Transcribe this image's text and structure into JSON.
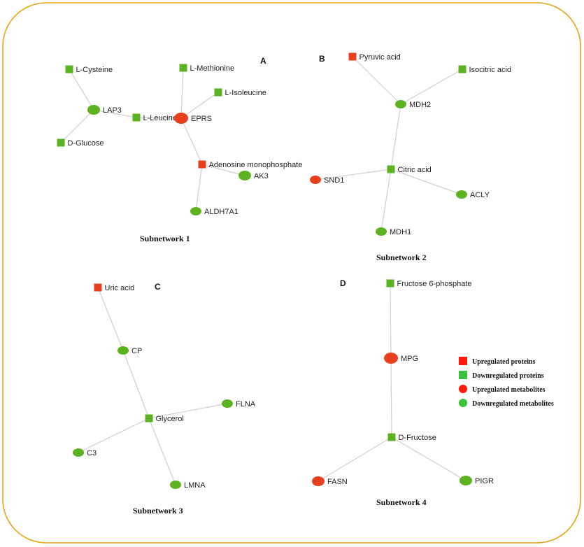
{
  "colors": {
    "up": "#e8401c",
    "down": "#5cb21f",
    "edge": "#cfcfcf",
    "frame": "#e8a317",
    "legend_up_protein": "#ff1a0a",
    "legend_down_protein": "#3ec43b",
    "legend_up_metabolite": "#ff1a0a",
    "legend_down_metabolite": "#3ec43b"
  },
  "panels": [
    {
      "id": "A",
      "letter": "A",
      "title": "Subnetwork 1"
    },
    {
      "id": "B",
      "letter": "B",
      "title": "Subnetwork 2"
    },
    {
      "id": "C",
      "letter": "C",
      "title": "Subnetwork 3"
    },
    {
      "id": "D",
      "letter": "D",
      "title": "Subnetwork 4"
    }
  ],
  "nodes": [
    {
      "id": "cys",
      "label": "L-Cysteine",
      "shape": "square",
      "regulation": "down"
    },
    {
      "id": "lap3",
      "label": "LAP3",
      "shape": "circle",
      "regulation": "down"
    },
    {
      "id": "glc",
      "label": "D-Glucose",
      "shape": "square",
      "regulation": "down"
    },
    {
      "id": "leu",
      "label": "L-Leucine",
      "shape": "square",
      "regulation": "down"
    },
    {
      "id": "eprs",
      "label": "EPRS",
      "shape": "circle",
      "regulation": "up"
    },
    {
      "id": "met",
      "label": "L-Methionine",
      "shape": "square",
      "regulation": "down"
    },
    {
      "id": "ile",
      "label": "L-Isoleucine",
      "shape": "square",
      "regulation": "down"
    },
    {
      "id": "amp",
      "label": "Adenosine monophosphate",
      "shape": "square",
      "regulation": "up"
    },
    {
      "id": "ak3",
      "label": "AK3",
      "shape": "circle",
      "regulation": "down"
    },
    {
      "id": "aldh",
      "label": "ALDH7A1",
      "shape": "circle",
      "regulation": "down"
    },
    {
      "id": "pyr",
      "label": "Pyruvic acid",
      "shape": "square",
      "regulation": "up"
    },
    {
      "id": "iso",
      "label": "Isocitric acid",
      "shape": "square",
      "regulation": "down"
    },
    {
      "id": "mdh2",
      "label": "MDH2",
      "shape": "circle",
      "regulation": "down"
    },
    {
      "id": "cit",
      "label": "Citric acid",
      "shape": "square",
      "regulation": "down"
    },
    {
      "id": "snd1",
      "label": "SND1",
      "shape": "circle",
      "regulation": "up"
    },
    {
      "id": "acly",
      "label": "ACLY",
      "shape": "circle",
      "regulation": "down"
    },
    {
      "id": "mdh1",
      "label": "MDH1",
      "shape": "circle",
      "regulation": "down"
    },
    {
      "id": "uric",
      "label": "Uric acid",
      "shape": "square",
      "regulation": "up"
    },
    {
      "id": "cp",
      "label": "CP",
      "shape": "circle",
      "regulation": "down"
    },
    {
      "id": "gly",
      "label": "Glycerol",
      "shape": "square",
      "regulation": "down"
    },
    {
      "id": "flna",
      "label": "FLNA",
      "shape": "circle",
      "regulation": "down"
    },
    {
      "id": "c3",
      "label": "C3",
      "shape": "circle",
      "regulation": "down"
    },
    {
      "id": "lmna",
      "label": "LMNA",
      "shape": "circle",
      "regulation": "down"
    },
    {
      "id": "f6p",
      "label": "Fructose 6-phosphate",
      "shape": "square",
      "regulation": "down"
    },
    {
      "id": "mpg",
      "label": "MPG",
      "shape": "circle",
      "regulation": "up"
    },
    {
      "id": "dfru",
      "label": "D-Fructose",
      "shape": "square",
      "regulation": "down"
    },
    {
      "id": "fasn",
      "label": "FASN",
      "shape": "circle",
      "regulation": "up"
    },
    {
      "id": "pigr",
      "label": "PIGR",
      "shape": "circle",
      "regulation": "down"
    }
  ],
  "edges": [
    [
      "cys",
      "lap3"
    ],
    [
      "glc",
      "lap3"
    ],
    [
      "lap3",
      "leu"
    ],
    [
      "leu",
      "eprs"
    ],
    [
      "met",
      "eprs"
    ],
    [
      "ile",
      "eprs"
    ],
    [
      "eprs",
      "amp"
    ],
    [
      "amp",
      "ak3"
    ],
    [
      "amp",
      "aldh"
    ],
    [
      "pyr",
      "mdh2"
    ],
    [
      "iso",
      "mdh2"
    ],
    [
      "mdh2",
      "cit"
    ],
    [
      "snd1",
      "cit"
    ],
    [
      "cit",
      "acly"
    ],
    [
      "cit",
      "mdh1"
    ],
    [
      "uric",
      "cp"
    ],
    [
      "cp",
      "gly"
    ],
    [
      "gly",
      "flna"
    ],
    [
      "gly",
      "c3"
    ],
    [
      "gly",
      "lmna"
    ],
    [
      "f6p",
      "mpg"
    ],
    [
      "mpg",
      "dfru"
    ],
    [
      "dfru",
      "fasn"
    ],
    [
      "dfru",
      "pigr"
    ]
  ],
  "legend": [
    {
      "id": "up-protein",
      "label": "Upregulated proteins",
      "shape": "square",
      "color_key": "legend_up_protein"
    },
    {
      "id": "down-protein",
      "label": "Downregulated proteins",
      "shape": "square",
      "color_key": "legend_down_protein"
    },
    {
      "id": "up-metabolite",
      "label": "Upregulated metabolites",
      "shape": "circle",
      "color_key": "legend_up_metabolite"
    },
    {
      "id": "down-metabolite",
      "label": "Downregulated metabolites",
      "shape": "circle",
      "color_key": "legend_down_metabolite"
    }
  ]
}
